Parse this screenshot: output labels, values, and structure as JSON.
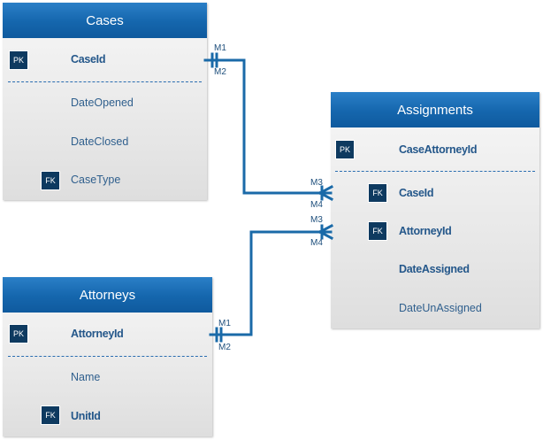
{
  "colors": {
    "header_blue": "#1566ad",
    "badge_navy": "#0e3a60",
    "connector": "#1a6aa8",
    "field_text": "#2f5f8d"
  },
  "entities": {
    "cases": {
      "title": "Cases",
      "pk_badge": "PK",
      "pk_field": "CaseId",
      "fields": [
        {
          "badge": "",
          "name": "DateOpened"
        },
        {
          "badge": "",
          "name": "DateClosed"
        },
        {
          "badge": "FK",
          "name": "CaseType"
        }
      ]
    },
    "assignments": {
      "title": "Assignments",
      "pk_badge": "PK",
      "pk_field": "CaseAttorneyId",
      "fields": [
        {
          "badge": "FK",
          "name": "CaseId"
        },
        {
          "badge": "FK",
          "name": "AttorneyId"
        },
        {
          "badge": "",
          "name": "DateAssigned"
        },
        {
          "badge": "",
          "name": "DateUnAssigned"
        }
      ]
    },
    "attorneys": {
      "title": "Attorneys",
      "pk_badge": "PK",
      "pk_field": "AttorneyId",
      "fields": [
        {
          "badge": "",
          "name": "Name"
        },
        {
          "badge": "FK",
          "name": "UnitId"
        }
      ]
    }
  },
  "relationships": [
    {
      "from": "Cases",
      "to": "Assignments",
      "from_labels": [
        "M1",
        "M2"
      ],
      "to_labels": [
        "M3",
        "M4"
      ]
    },
    {
      "from": "Attorneys",
      "to": "Assignments",
      "from_labels": [
        "M1",
        "M2"
      ],
      "to_labels": [
        "M3",
        "M4"
      ]
    }
  ]
}
